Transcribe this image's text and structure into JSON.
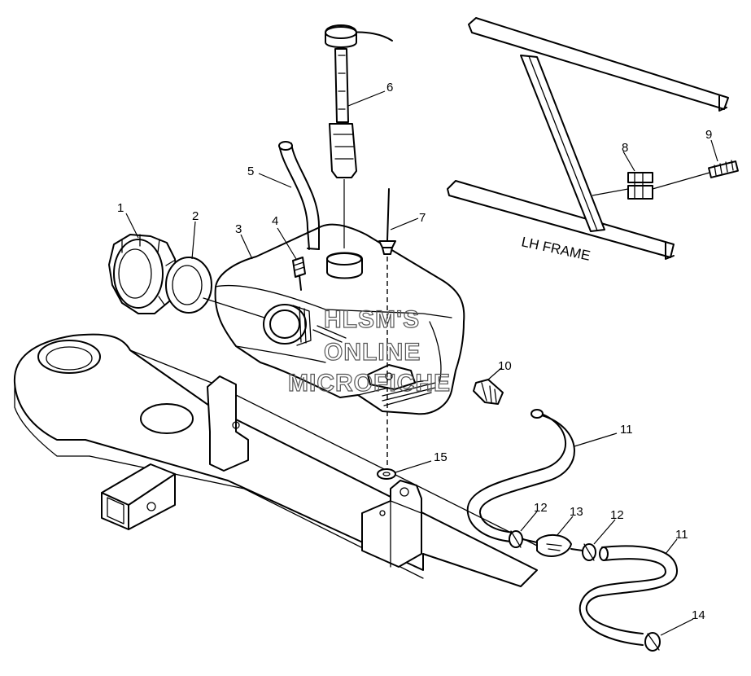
{
  "callouts": [
    {
      "id": "1",
      "label": "1"
    },
    {
      "id": "2",
      "label": "2"
    },
    {
      "id": "3",
      "label": "3"
    },
    {
      "id": "4",
      "label": "4"
    },
    {
      "id": "5",
      "label": "5"
    },
    {
      "id": "6",
      "label": "6"
    },
    {
      "id": "7",
      "label": "7"
    },
    {
      "id": "8",
      "label": "8"
    },
    {
      "id": "9",
      "label": "9"
    },
    {
      "id": "10",
      "label": "10"
    },
    {
      "id": "11a",
      "label": "11"
    },
    {
      "id": "12a",
      "label": "12"
    },
    {
      "id": "13",
      "label": "13"
    },
    {
      "id": "12b",
      "label": "12"
    },
    {
      "id": "11b",
      "label": "11"
    },
    {
      "id": "14",
      "label": "14"
    },
    {
      "id": "15",
      "label": "15"
    }
  ],
  "frame_label": "LH FRAME",
  "watermark": {
    "line1": "HLSM'S",
    "line2": "ONLINE",
    "line3": "MICROFICHE"
  }
}
